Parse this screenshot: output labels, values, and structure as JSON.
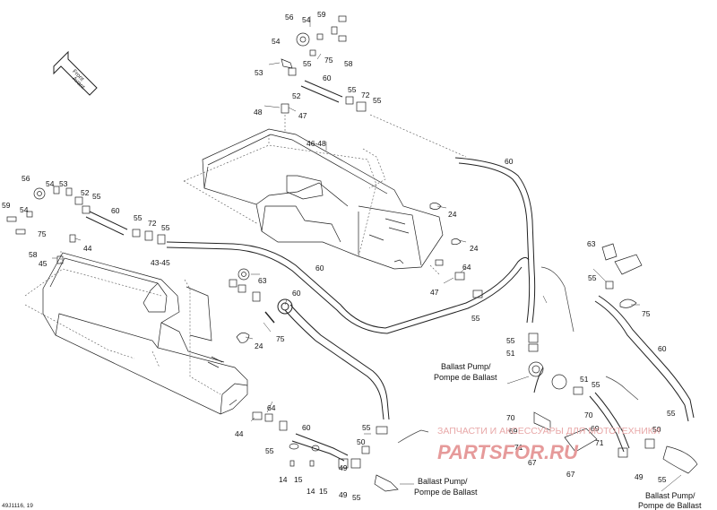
{
  "diagram": {
    "front_arrow": {
      "line1": "Front",
      "line2": "Avant"
    },
    "footer_code": "49J1116, 19",
    "captions": {
      "pump_upper_line1": "Ballast Pump/",
      "pump_upper_line2": "Pompe de Ballast",
      "pump_lower_mid_line1": "Ballast Pump/",
      "pump_lower_mid_line2": "Pompe de Ballast",
      "pump_lower_right_line1": "Ballast Pump/",
      "pump_lower_right_line2": "Pompe de Ballast"
    },
    "watermark": {
      "line1": "ЗАПЧАСТИ И АКСЕССУАРЫ ДЛЯ МОТОТЕХНИКИ",
      "line2": "PARTSFOR.RU"
    },
    "callouts": [
      {
        "id": "c56a",
        "text": "56"
      },
      {
        "id": "c54a",
        "text": "54"
      },
      {
        "id": "c59a",
        "text": "59"
      },
      {
        "id": "c54b",
        "text": "54"
      },
      {
        "id": "c53a",
        "text": "53"
      },
      {
        "id": "c55a",
        "text": "55"
      },
      {
        "id": "c75a",
        "text": "75"
      },
      {
        "id": "c58a",
        "text": "58"
      },
      {
        "id": "c60a",
        "text": "60"
      },
      {
        "id": "c52a",
        "text": "52"
      },
      {
        "id": "c55b",
        "text": "55"
      },
      {
        "id": "c72a",
        "text": "72"
      },
      {
        "id": "c55c",
        "text": "55"
      },
      {
        "id": "c48",
        "text": "48"
      },
      {
        "id": "c47a",
        "text": "47"
      },
      {
        "id": "c4648",
        "text": "46-48"
      },
      {
        "id": "c60b",
        "text": "60"
      },
      {
        "id": "c24a",
        "text": "24"
      },
      {
        "id": "c24b",
        "text": "24"
      },
      {
        "id": "c64a",
        "text": "64"
      },
      {
        "id": "c47b",
        "text": "47"
      },
      {
        "id": "c55d",
        "text": "55"
      },
      {
        "id": "c56b",
        "text": "56"
      },
      {
        "id": "c54c",
        "text": "54"
      },
      {
        "id": "c53b",
        "text": "53"
      },
      {
        "id": "c52b",
        "text": "52"
      },
      {
        "id": "c55e",
        "text": "55"
      },
      {
        "id": "c59b",
        "text": "59"
      },
      {
        "id": "c54d",
        "text": "54"
      },
      {
        "id": "c75b",
        "text": "75"
      },
      {
        "id": "c58b",
        "text": "58"
      },
      {
        "id": "c60c",
        "text": "60"
      },
      {
        "id": "c55f",
        "text": "55"
      },
      {
        "id": "c72b",
        "text": "72"
      },
      {
        "id": "c55g",
        "text": "55"
      },
      {
        "id": "c44a",
        "text": "44"
      },
      {
        "id": "c45",
        "text": "45"
      },
      {
        "id": "c4345",
        "text": "43-45"
      },
      {
        "id": "c60d",
        "text": "60"
      },
      {
        "id": "c63a",
        "text": "63"
      },
      {
        "id": "c60e",
        "text": "60"
      },
      {
        "id": "c75c",
        "text": "75"
      },
      {
        "id": "c24c",
        "text": "24"
      },
      {
        "id": "c64b",
        "text": "64"
      },
      {
        "id": "c44b",
        "text": "44"
      },
      {
        "id": "c55h",
        "text": "55"
      },
      {
        "id": "c60f",
        "text": "60"
      },
      {
        "id": "c55i",
        "text": "55"
      },
      {
        "id": "c50a",
        "text": "50"
      },
      {
        "id": "c49a",
        "text": "49"
      },
      {
        "id": "c14a",
        "text": "14"
      },
      {
        "id": "c15a",
        "text": "15"
      },
      {
        "id": "c14b",
        "text": "14"
      },
      {
        "id": "c15b",
        "text": "15"
      },
      {
        "id": "c49b",
        "text": "49"
      },
      {
        "id": "c55j",
        "text": "55"
      },
      {
        "id": "c55k",
        "text": "55"
      },
      {
        "id": "c51a",
        "text": "51"
      },
      {
        "id": "c63b",
        "text": "63"
      },
      {
        "id": "c55l",
        "text": "55"
      },
      {
        "id": "c75d",
        "text": "75"
      },
      {
        "id": "c60g",
        "text": "60"
      },
      {
        "id": "c51b",
        "text": "51"
      },
      {
        "id": "c55m",
        "text": "55"
      },
      {
        "id": "c69a",
        "text": "69"
      },
      {
        "id": "c70a",
        "text": "70"
      },
      {
        "id": "c70b",
        "text": "70"
      },
      {
        "id": "c69b",
        "text": "69"
      },
      {
        "id": "c71a",
        "text": "71"
      },
      {
        "id": "c71b",
        "text": "71"
      },
      {
        "id": "c67a",
        "text": "67"
      },
      {
        "id": "c67b",
        "text": "67"
      },
      {
        "id": "c55n",
        "text": "55"
      },
      {
        "id": "c50b",
        "text": "50"
      },
      {
        "id": "c49c",
        "text": "49"
      },
      {
        "id": "c55o",
        "text": "55"
      }
    ]
  }
}
